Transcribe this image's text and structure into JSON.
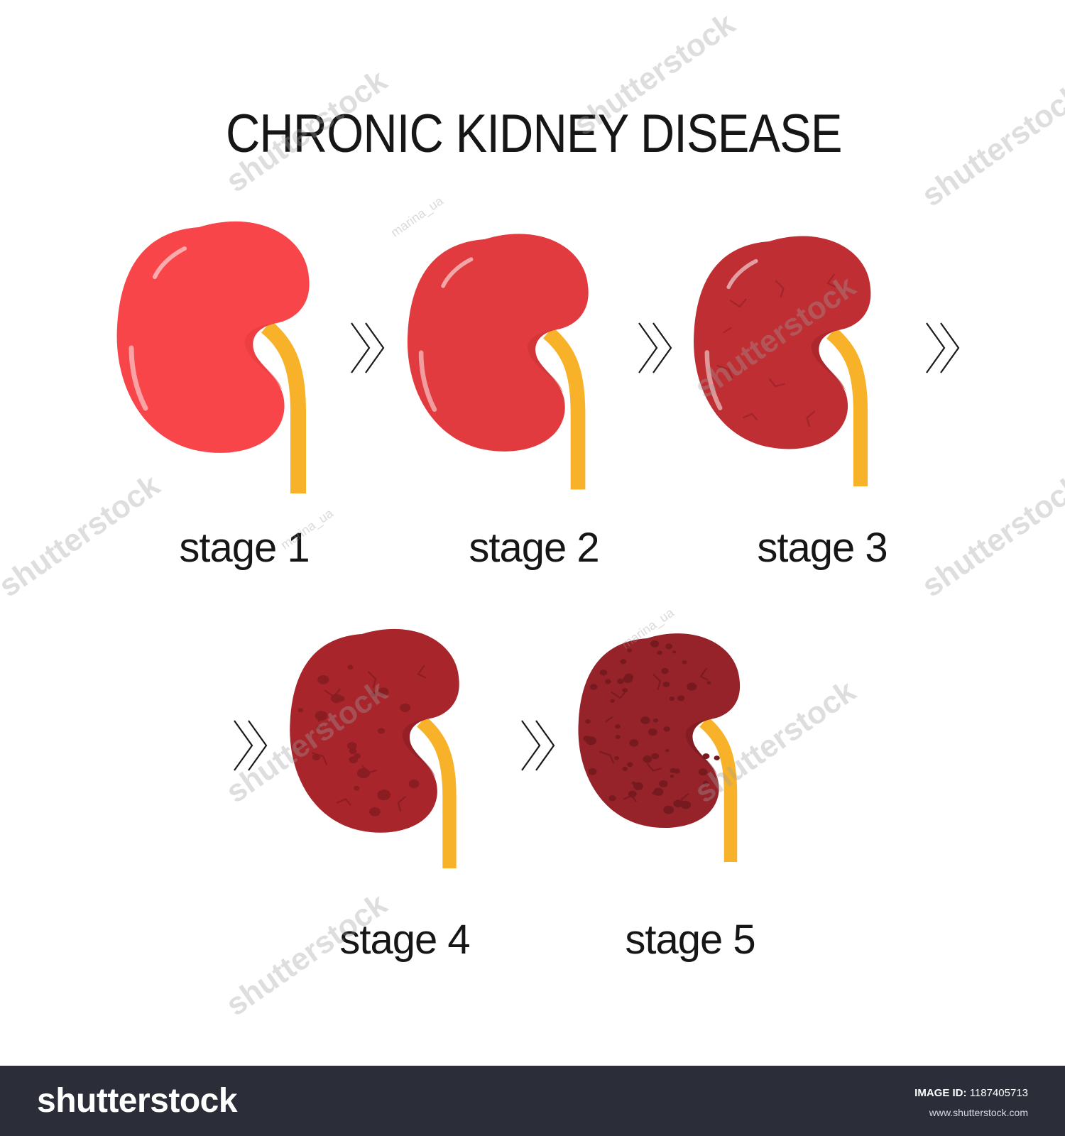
{
  "title": "CHRONIC KIDNEY DISEASE",
  "stages": [
    {
      "label": "stage 1",
      "color": "#f74549",
      "shade": "#e63c40",
      "spots": 0
    },
    {
      "label": "stage 2",
      "color": "#e23b3f",
      "shade": "#c93236",
      "spots": 0
    },
    {
      "label": "stage 3",
      "color": "#be2e33",
      "shade": "#a0252a",
      "spots": 0
    },
    {
      "label": "stage 4",
      "color": "#a8252b",
      "shade": "#8a1d22",
      "spots": 1
    },
    {
      "label": "stage 5",
      "color": "#96222a",
      "shade": "#771a20",
      "spots": 2
    }
  ],
  "ureter_color": "#f7b22a",
  "arrow_glyph": "»",
  "watermark": {
    "brand": "shutterstock",
    "author": "marina_ua"
  },
  "footer": {
    "logo": "shutterstock",
    "image_id_label": "IMAGE ID:",
    "image_id": "1187405713",
    "url": "www.shutterstock.com"
  }
}
